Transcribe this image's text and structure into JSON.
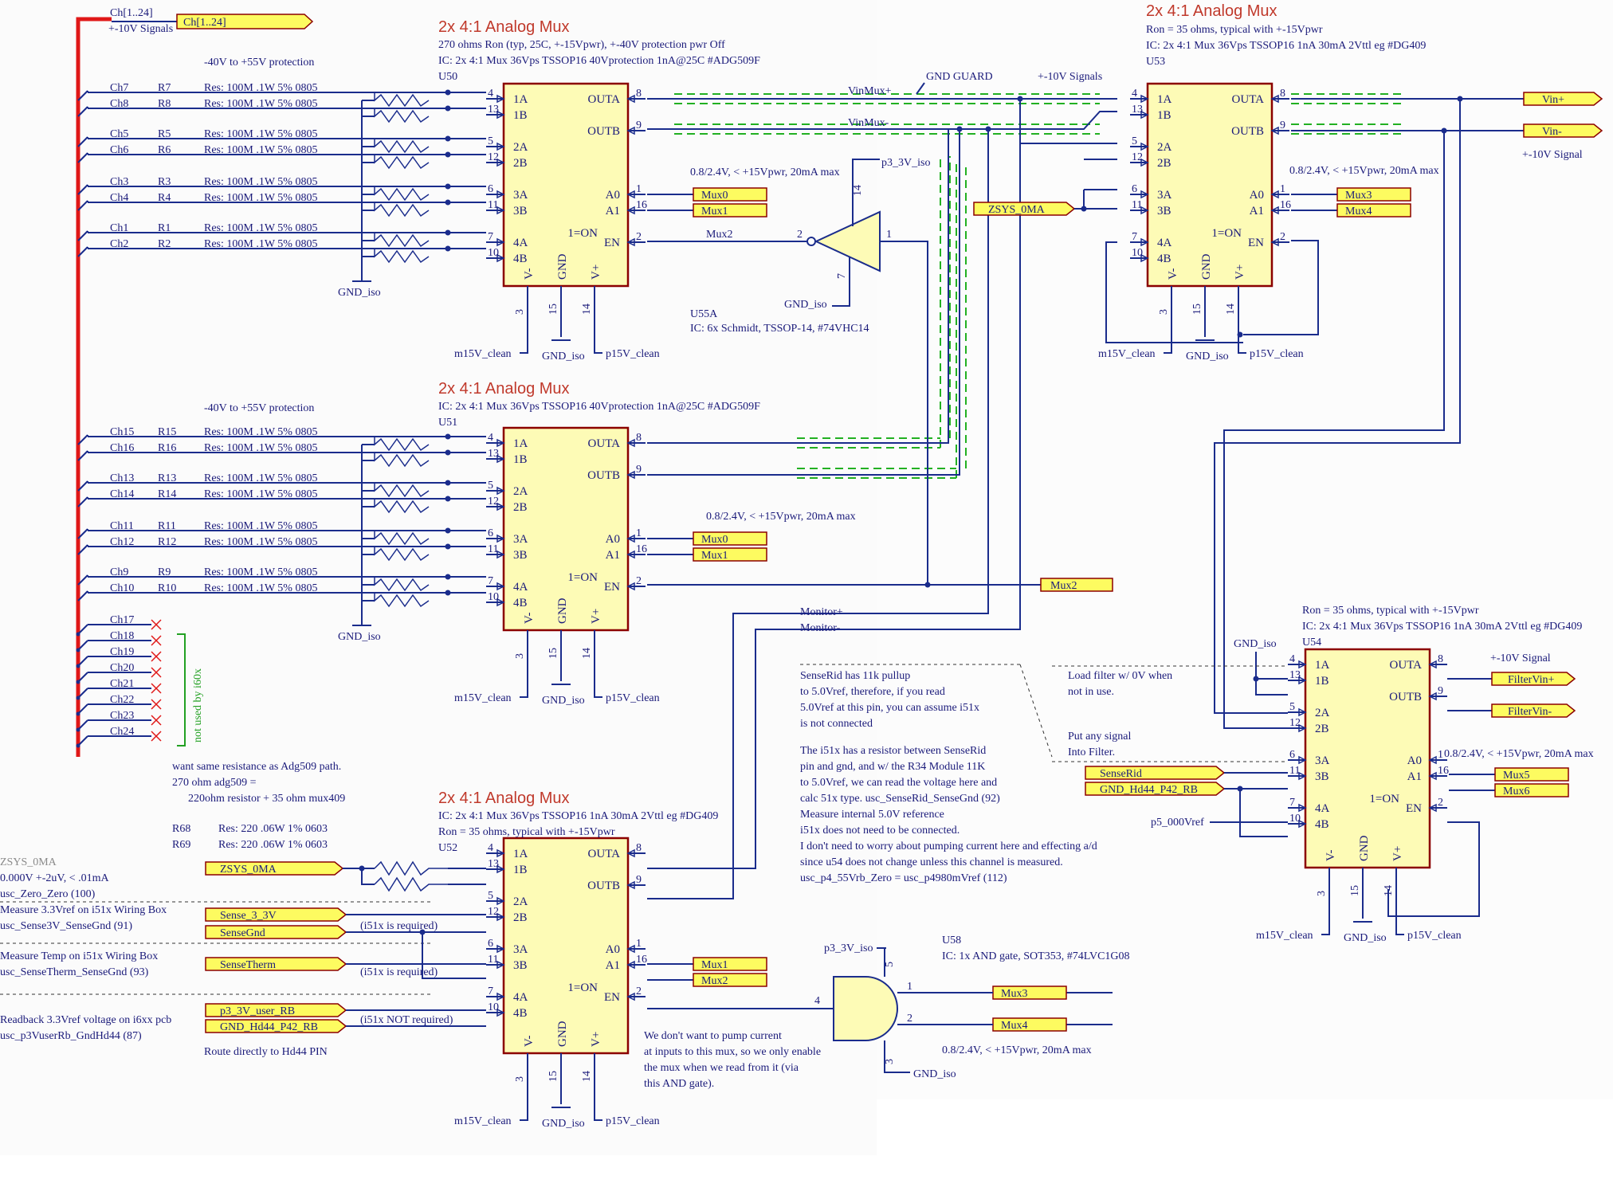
{
  "titles": {
    "u50": "2x 4:1 Analog Mux",
    "u53": "2x 4:1 Analog Mux",
    "u51": "2x 4:1 Analog Mux",
    "u52": "2x 4:1 Analog Mux"
  },
  "bus": {
    "top_label": "Ch[1..24]",
    "signals": "+-10V Signals",
    "port": "Ch[1..24]"
  },
  "u50": {
    "desc1": "270 ohms Ron (typ, 25C, +-15Vpwr), +-40V protection pwr Off",
    "desc2": "IC: 2x 4:1 Mux 36Vps TSSOP16 40Vprotection 1nA@25C #ADG509F",
    "ref": "U50",
    "protect": "-40V to +55V protection",
    "rows": [
      {
        "ch": "Ch7",
        "r": "R7",
        "res": "Res: 100M .1W 5% 0805"
      },
      {
        "ch": "Ch8",
        "r": "R8",
        "res": "Res: 100M .1W 5% 0805"
      },
      {
        "ch": "Ch5",
        "r": "R5",
        "res": "Res: 100M .1W 5% 0805"
      },
      {
        "ch": "Ch6",
        "r": "R6",
        "res": "Res: 100M .1W 5% 0805"
      },
      {
        "ch": "Ch3",
        "r": "R3",
        "res": "Res: 100M .1W 5% 0805"
      },
      {
        "ch": "Ch4",
        "r": "R4",
        "res": "Res: 100M .1W 5% 0805"
      },
      {
        "ch": "Ch1",
        "r": "R1",
        "res": "Res: 100M .1W 5% 0805"
      },
      {
        "ch": "Ch2",
        "r": "R2",
        "res": "Res: 100M .1W 5% 0805"
      }
    ],
    "gnd": "GND_iso"
  },
  "u51": {
    "desc2": "IC: 2x 4:1 Mux 36Vps TSSOP16 40Vprotection 1nA@25C #ADG509F",
    "ref": "U51",
    "protect": "-40V to +55V protection",
    "rows": [
      {
        "ch": "Ch15",
        "r": "R15",
        "res": "Res: 100M .1W 5% 0805"
      },
      {
        "ch": "Ch16",
        "r": "R16",
        "res": "Res: 100M .1W 5% 0805"
      },
      {
        "ch": "Ch13",
        "r": "R13",
        "res": "Res: 100M .1W 5% 0805"
      },
      {
        "ch": "Ch14",
        "r": "R14",
        "res": "Res: 100M .1W 5% 0805"
      },
      {
        "ch": "Ch11",
        "r": "R11",
        "res": "Res: 100M .1W 5% 0805"
      },
      {
        "ch": "Ch12",
        "r": "R12",
        "res": "Res: 100M .1W 5% 0805"
      },
      {
        "ch": "Ch9",
        "r": "R9",
        "res": "Res: 100M .1W 5% 0805"
      },
      {
        "ch": "Ch10",
        "r": "R10",
        "res": "Res: 100M .1W 5% 0805"
      }
    ],
    "gnd": "GND_iso",
    "thresh": "0.8/2.4V, < +15Vpwr, 20mA max"
  },
  "unused": {
    "channels": [
      "Ch17",
      "Ch18",
      "Ch19",
      "Ch20",
      "Ch21",
      "Ch22",
      "Ch23",
      "Ch24"
    ],
    "note": "not used by i60x"
  },
  "u53": {
    "desc1": "Ron = 35 ohms, typical with +-15Vpwr",
    "desc2": "IC: 2x 4:1 Mux 36Vps TSSOP16 1nA 30mA 2Vttl eg #DG409",
    "ref": "U53",
    "gnd_guard": "GND GUARD",
    "signals": "+-10V Signals",
    "vinmux_p": "VinMux+",
    "vinmux_n": "VinMux-",
    "vin_p": "Vin+",
    "vin_n": "Vin-",
    "sig_note": "+-10V Signal",
    "zsys": "ZSYS_0MA",
    "thresh": "0.8/2.4V, < +15Vpwr, 20mA max"
  },
  "u55": {
    "ref": "U55A",
    "desc": "IC: 6x Schmidt, TSSOP-14, #74VHC14",
    "p3v": "p3_3V_iso",
    "gnd": "GND_iso",
    "thresh": "0.8/2.4V, < +15Vpwr, 20mA max"
  },
  "pins": {
    "in": [
      "1A",
      "1B",
      "2A",
      "2B",
      "3A",
      "3B",
      "4A",
      "4B"
    ],
    "outa": "OUTA",
    "outb": "OUTB",
    "a0": "A0",
    "a1": "A1",
    "en": "EN",
    "en_note": "1=ON",
    "vneg": "V-",
    "gnd": "GND",
    "vpos": "V+",
    "n_in": [
      "4",
      "13",
      "5",
      "12",
      "6",
      "11",
      "7",
      "10"
    ],
    "n_outa": "8",
    "n_outb": "9",
    "n_a0": "1",
    "n_a1": "16",
    "n_en": "2",
    "n_vneg": "3",
    "n_gnd": "15",
    "n_vpos": "14"
  },
  "power": {
    "m15": "m15V_clean",
    "p15": "p15V_clean",
    "gnd": "GND_iso"
  },
  "ports": {
    "mux0": "Mux0",
    "mux1": "Mux1",
    "mux2": "Mux2",
    "mux3": "Mux3",
    "mux4": "Mux4",
    "mux5": "Mux5",
    "mux6": "Mux6"
  },
  "monitor": {
    "p": "Monitor+",
    "n": "Monitor-"
  },
  "u52": {
    "desc2": "IC: 2x 4:1 Mux 36Vps TSSOP16 1nA 30mA 2Vttl eg #DG409",
    "desc1": "Ron = 35 ohms, typical with +-15Vpwr",
    "ref": "U52",
    "same": "want same resistance as Adg509 path.",
    "calc1": "270 ohm adg509 =",
    "calc2": "220ohm resistor + 35 ohm mux409",
    "r68": "R68",
    "r69": "R69",
    "r68v": "Res: 220 .06W 1% 0603",
    "r69v": "Res: 220 .06W 1% 0603",
    "zsys_a": "ZSYS_0MA",
    "zsys_b": "0.000V +-2uV, < .01mA",
    "zsys_c": "usc_Zero_Zero (100)",
    "m33a": "Measure 3.3Vref on i51x Wiring Box",
    "m33b": "usc_Sense3V_SenseGnd (91)",
    "mta": "Measure Temp on i51x Wiring Box",
    "mtb": "usc_SenseTherm_SenseGnd (93)",
    "rba": "Readback 3.3Vref voltage on i6xx pcb",
    "rbb": "usc_p3VuserRb_GndHd44 (87)",
    "route": "Route directly to Hd44 PIN",
    "sense33": "Sense_3_3V",
    "sensegnd": "SenseGnd",
    "sensetherm": "SenseTherm",
    "p3user": "p3_3V_user_RB",
    "gndhd": "GND_Hd44_P42_RB",
    "req1": "(i51x is required)",
    "req2": "(i51x is required)",
    "req3": "(i51x  NOT  required)",
    "pump1": "We don't want to pump current",
    "pump2": "at inputs to this mux, so we only enable",
    "pump3": "the mux when we read from it (via",
    "pump4": "this AND gate)."
  },
  "u58": {
    "ref": "U58",
    "desc": "IC: 1x AND gate, SOT353, #74LVC1G08",
    "p3v": "p3_3V_iso",
    "gnd": "GND_iso",
    "thresh": "0.8/2.4V, < +15Vpwr, 20mA max"
  },
  "u54": {
    "desc1": "Ron = 35 ohms, typical with +-15Vpwr",
    "desc2": "IC: 2x 4:1 Mux 36Vps TSSOP16 1nA 30mA 2Vttl eg #DG409",
    "ref": "U54",
    "gnd": "GND_iso",
    "sig_note": "+-10V Signal",
    "fp": "FilterVin+",
    "fn": "FilterVin-",
    "thresh": "0.8/2.4V, < +15Vpwr, 20mA max",
    "load1": "Load filter w/ 0V when",
    "load2": "not in use.",
    "put1": "Put any signal",
    "put2": "Into Filter.",
    "senserid": "SenseRid",
    "gndhd": "GND_Hd44_P42_RB",
    "p5": "p5_000Vref"
  },
  "notes": {
    "n1": "SenseRid has 11k pullup",
    "n2": "to 5.0Vref, therefore, if you read",
    "n3": "5.0Vref at this pin, you can assume i51x",
    "n4": "is not connected",
    "n5": "The i51x has a resistor between SenseRid",
    "n6": "pin and gnd, and w/ the R34 Module 11K",
    "n7": "to 5.0Vref, we can read the voltage here and",
    "n8": "calc 51x type.      usc_SenseRid_SenseGnd (92)",
    "n9": "Measure internal 5.0V reference",
    "n10": "i51x does not need to be connected.",
    "n11": "I don't need to worry about pumping current here and effecting a/d",
    "n12": "since u54 does not change unless this channel is measured.",
    "n13": "usc_p4_55Vrb_Zero = usc_p4980mVref (112)"
  },
  "colors": {
    "wire": "#1a2c8c",
    "bus": "#e01818",
    "chip": "#fdfbb6",
    "port": "#fdfb60",
    "title": "#c0392b",
    "guard": "#22b022"
  }
}
